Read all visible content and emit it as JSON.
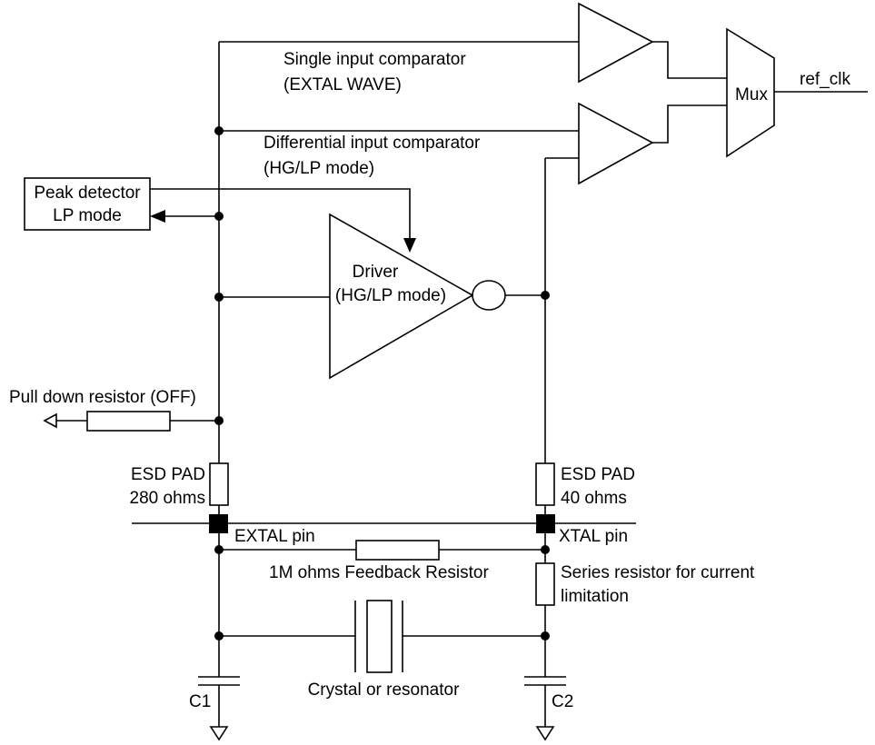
{
  "labels": {
    "single_comparator": "Single input comparator",
    "single_comparator_mode": "(EXTAL WAVE)",
    "diff_comparator": "Differential input comparator",
    "diff_comparator_mode": "(HG/LP mode)",
    "peak_detector": "Peak detector",
    "peak_detector_mode": "LP mode",
    "driver": "Driver",
    "driver_mode": "(HG/LP mode)",
    "mux": "Mux",
    "ref_clk": "ref_clk",
    "pull_down": "Pull down resistor (OFF)",
    "esd_left_1": "ESD PAD",
    "esd_left_2": "280 ohms",
    "esd_right_1": "ESD PAD",
    "esd_right_2": "40 ohms",
    "extal_pin": "EXTAL pin",
    "xtal_pin": "XTAL pin",
    "feedback_resistor": "1M ohms Feedback Resistor",
    "series_resistor_1": "Series resistor for current",
    "series_resistor_2": "limitation",
    "crystal": "Crystal or resonator",
    "c1": "C1",
    "c2": "C2"
  }
}
